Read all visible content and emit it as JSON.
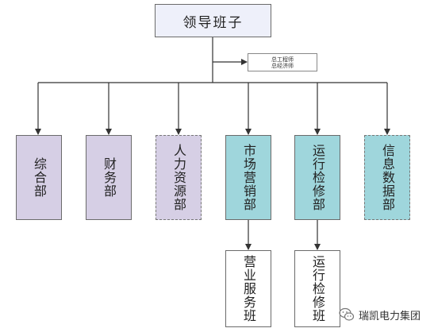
{
  "diagram": {
    "top": {
      "label": "领导班子"
    },
    "note": {
      "lines": [
        "总工程师",
        "总经济师"
      ]
    },
    "departments": [
      {
        "label": "综合部"
      },
      {
        "label": "财务部"
      },
      {
        "label": "人力资源部"
      },
      {
        "label": "市场营销部"
      },
      {
        "label": "运行检修部"
      },
      {
        "label": "信息数据部"
      }
    ],
    "sub_units": [
      {
        "label": "营业服务班"
      },
      {
        "label": "运行检修班"
      }
    ]
  },
  "watermark": {
    "text": "瑞凯电力集团",
    "icon": "wechat-icon"
  }
}
